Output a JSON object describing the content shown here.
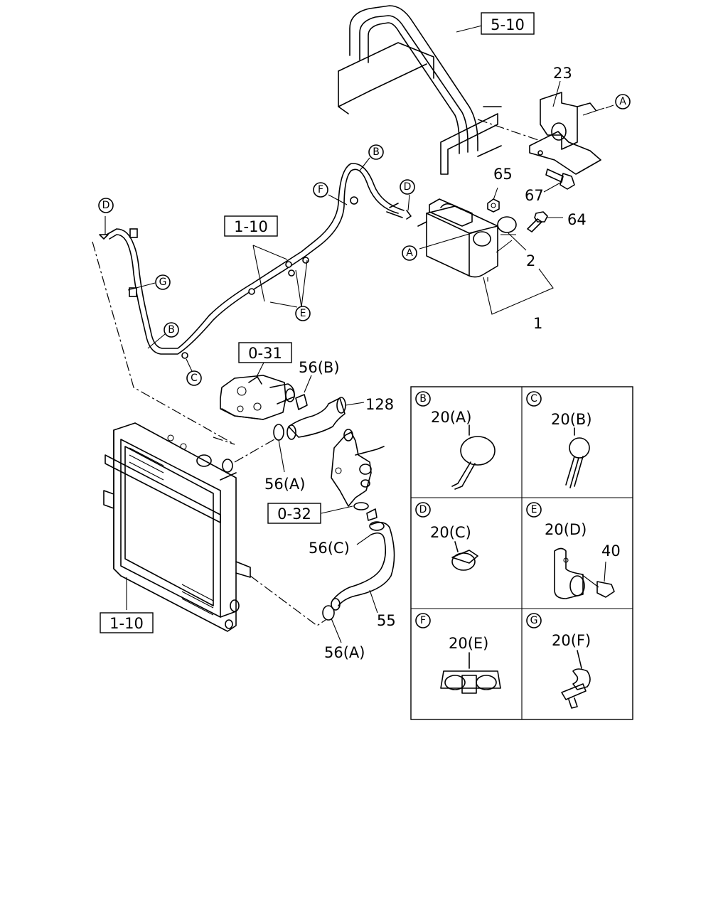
{
  "refs": {
    "ref_5_10": "5-10",
    "ref_1_10_top": "1-10",
    "ref_0_31": "0-31",
    "ref_0_32": "0-32",
    "ref_1_10_bottom": "1-10"
  },
  "parts": {
    "p23": "23",
    "p65": "65",
    "p67": "67",
    "p64": "64",
    "p2": "2",
    "p1": "1",
    "p56b": "56(B)",
    "p128": "128",
    "p56a_top": "56(A)",
    "p56c": "56(C)",
    "p55": "55",
    "p56a_bottom": "56(A)"
  },
  "callouts": {
    "A": "A",
    "B": "B",
    "C": "C",
    "D": "D",
    "E": "E",
    "F": "F",
    "G": "G"
  },
  "detail_panels": [
    {
      "letter": "B",
      "part": "20(A)"
    },
    {
      "letter": "C",
      "part": "20(B)"
    },
    {
      "letter": "D",
      "part": "20(C)"
    },
    {
      "letter": "E",
      "part": "20(D)",
      "extra": "40"
    },
    {
      "letter": "F",
      "part": "20(E)"
    },
    {
      "letter": "G",
      "part": "20(F)"
    }
  ]
}
